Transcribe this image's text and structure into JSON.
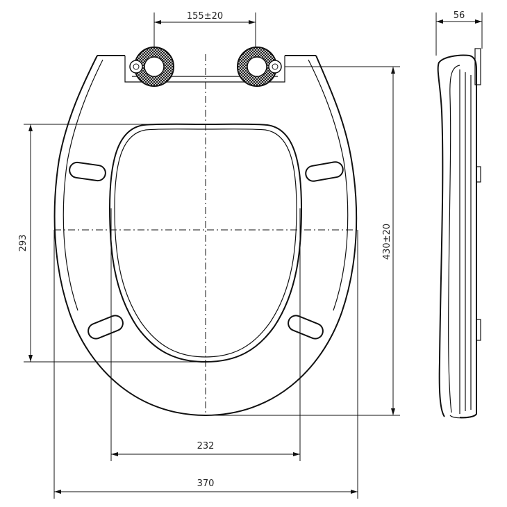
{
  "dimensions": {
    "hinge_spacing": "155±20",
    "side_depth": "56",
    "inner_length": "293",
    "overall_length": "430±20",
    "inner_width": "232",
    "overall_width": "370"
  }
}
